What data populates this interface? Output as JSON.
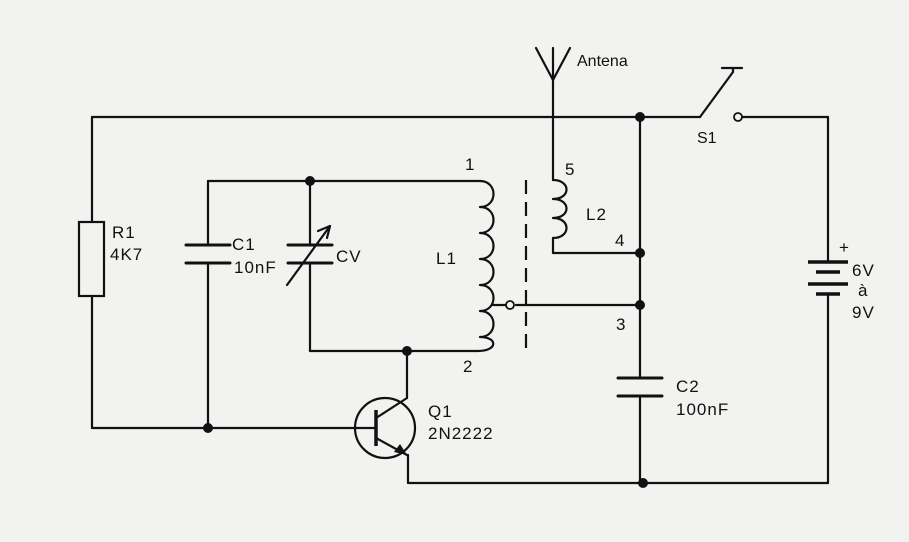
{
  "components": {
    "antenna": {
      "label": "Antena"
    },
    "switch": {
      "label": "S1"
    },
    "resistor": {
      "ref": "R1",
      "value": "4K7"
    },
    "c1": {
      "ref": "C1",
      "value": "10nF"
    },
    "cv": {
      "ref": "CV"
    },
    "l1": {
      "ref": "L1",
      "pins": [
        "1",
        "2"
      ]
    },
    "l2": {
      "ref": "L2",
      "pins": [
        "5",
        "4"
      ]
    },
    "tap": {
      "pin": "3"
    },
    "c2": {
      "ref": "C2",
      "value": "100nF"
    },
    "transistor": {
      "ref": "Q1",
      "part": "2N2222"
    },
    "battery": {
      "plus": "+",
      "v1": "6V",
      "a": "à",
      "v2": "9V"
    }
  }
}
